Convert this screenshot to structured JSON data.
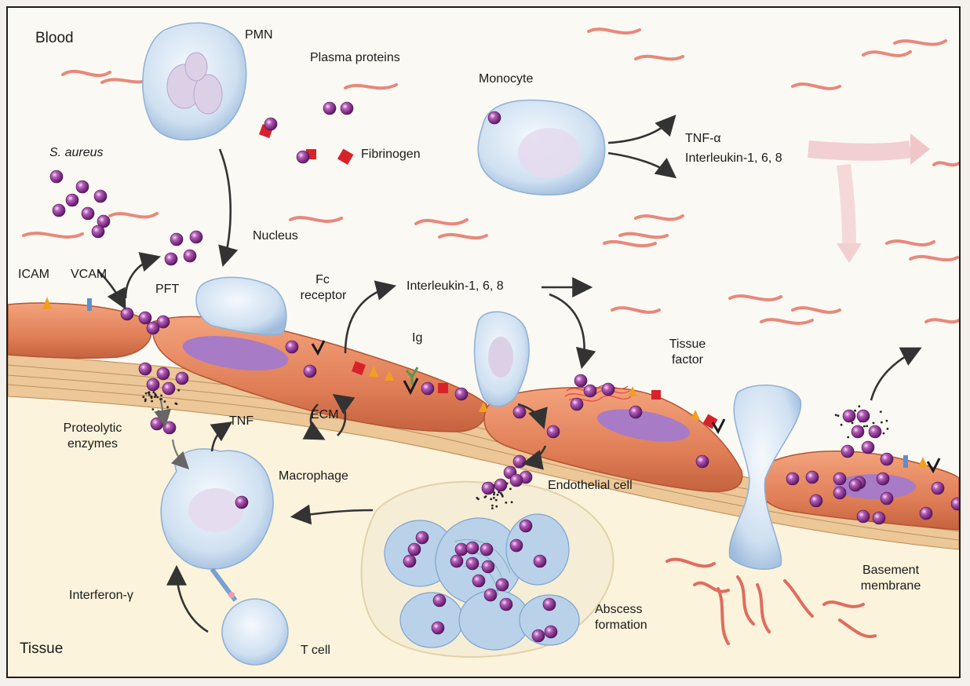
{
  "regions": {
    "top": "Blood",
    "bottom": "Tissue"
  },
  "labels": {
    "pmn": "PMN",
    "plasma_proteins": "Plasma proteins",
    "fibrinogen": "Fibrinogen",
    "monocyte": "Monocyte",
    "tnf_alpha": "TNF-α",
    "interleukin_top": "Interleukin-1, 6, 8",
    "s_aureus": "S. aureus",
    "icam": "ICAM",
    "vcam": "VCAM",
    "pft": "PFT",
    "nucleus": "Nucleus",
    "fc_receptor_line1": "Fc",
    "fc_receptor_line2": "receptor",
    "interleukin_mid": "Interleukin-1, 6, 8",
    "ig": "Ig",
    "tissue_factor_line1": "Tissue",
    "tissue_factor_line2": "factor",
    "ecm": "ECM",
    "tnf": "TNF",
    "proteolytic_line1": "Proteolytic",
    "proteolytic_line2": "enzymes",
    "macrophage": "Macrophage",
    "endothelial_cell": "Endothelial cell",
    "interferon": "Interferon-γ",
    "abscess_line1": "Abscess",
    "abscess_line2": "formation",
    "basement_line1": "Basement",
    "basement_line2": "membrane",
    "t_cell": "T cell"
  },
  "colors": {
    "endothelium": "#e9875f",
    "endothelium_dark": "#c8643f",
    "nucleus": "#a478c4",
    "bacteria": "#8b2f8f",
    "leukocyte": "#c9dcef",
    "leukocyte_edge": "#8fb0d4",
    "plasma_protein": "#e47a6f",
    "fibrinogen": "#d8222a",
    "icam": "#f0a020",
    "vcam": "#5b8fd0",
    "membrane": "#d9a877",
    "tissue_bg": "#fbf3d9"
  },
  "icons": [
    "arrow-icon",
    "bacteria-icon",
    "fibrinogen-icon",
    "fc-receptor-icon",
    "ig-icon",
    "icam-icon",
    "vcam-icon"
  ]
}
